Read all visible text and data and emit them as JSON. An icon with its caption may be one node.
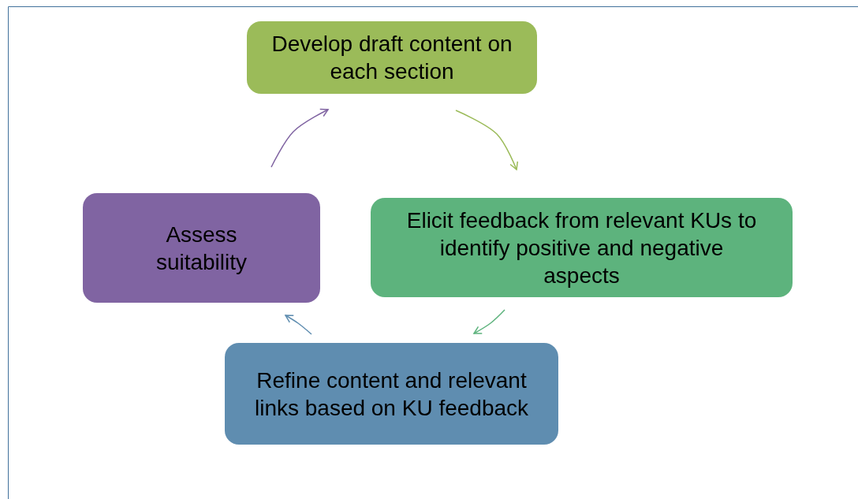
{
  "diagram": {
    "nodes": [
      {
        "text": [
          "Develop draft content on each section"
        ]
      },
      {
        "text": [
          "Elicit feedback from relevant KUs to identify positive and negative aspects"
        ]
      },
      {
        "text": [
          "Refine content and relevant links based on KU feedback"
        ]
      },
      {
        "text": [
          "Assess suitability"
        ]
      }
    ],
    "edges": [
      {
        "from": 0,
        "to": 1,
        "arrow": "to",
        "color": "#9bbb59"
      },
      {
        "from": 1,
        "to": 2,
        "arrow": "to",
        "color": "#5db37d"
      },
      {
        "from": 2,
        "to": 3,
        "arrow": "to",
        "color": "#5f8db0"
      },
      {
        "from": 3,
        "to": 0,
        "arrow": "to",
        "color": "#8064a2"
      }
    ]
  }
}
